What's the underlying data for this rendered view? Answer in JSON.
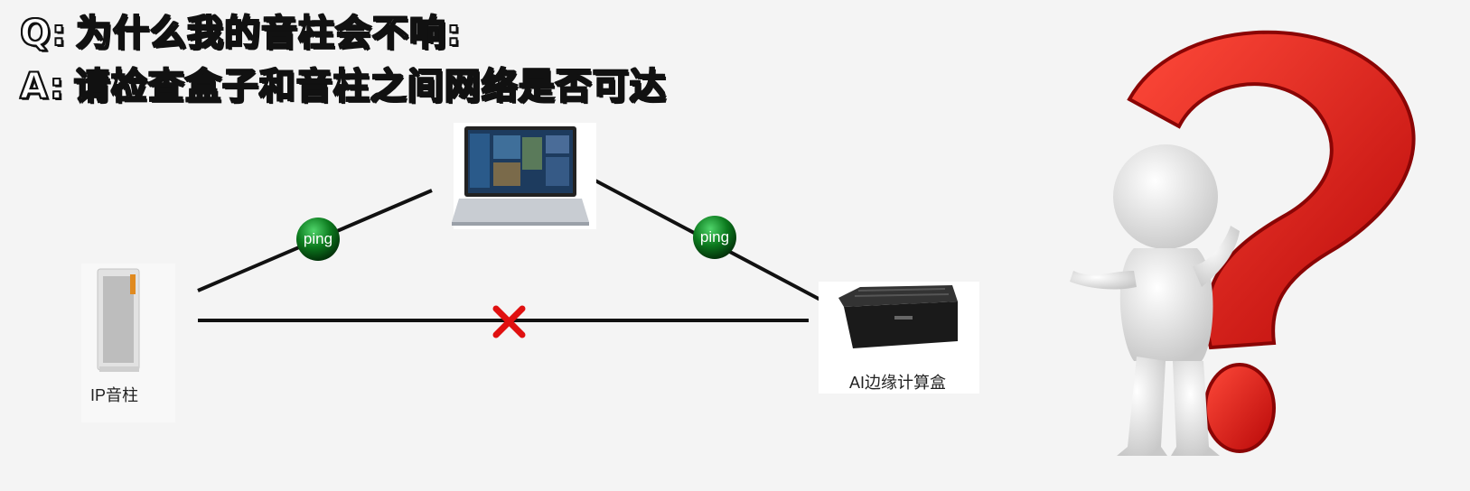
{
  "qa": {
    "q_mark": "Q:",
    "q_text": "为什么我的音柱会不响:",
    "a_mark": "A:",
    "a_text": "请检查盒子和音柱之间网络是否可达"
  },
  "devices": {
    "speaker_label": "IP音柱",
    "box_label": "AI边缘计算盒"
  },
  "links": {
    "ping_left": "ping",
    "ping_right": "ping"
  },
  "colors": {
    "cross": "#e01010",
    "question_mark": "#e01515",
    "ping_ball": "#0c7a1e"
  },
  "icons": [
    "laptop-icon",
    "speaker-icon",
    "ai-box-icon",
    "cross-icon",
    "question-mark-icon",
    "thinking-figure-icon"
  ]
}
